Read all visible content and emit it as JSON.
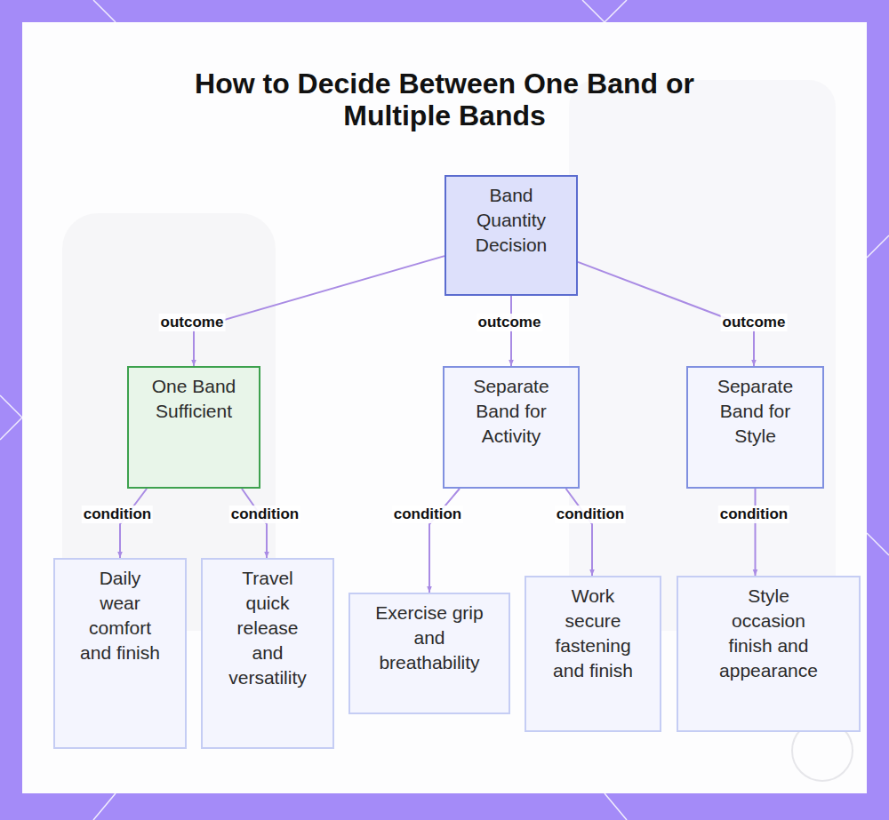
{
  "diagram": {
    "title": "How to Decide Between One Band or Multiple Bands",
    "nodes": [
      {
        "text": [
          "Band Quantity Decision"
        ]
      },
      {
        "text": [
          "One Band Sufficient"
        ]
      },
      {
        "text": [
          "Separate Band for Activity"
        ]
      },
      {
        "text": [
          "Separate Band for Style"
        ]
      },
      {
        "text": [
          "Daily wear comfort and finish"
        ]
      },
      {
        "text": [
          "Travel quick release and versatility"
        ]
      },
      {
        "text": [
          "Exercise grip and breathability"
        ]
      },
      {
        "text": [
          "Work secure fastening and finish"
        ]
      },
      {
        "text": [
          "Style occasion finish and appearance"
        ]
      }
    ],
    "edges": [
      {
        "from": 0,
        "to": 1,
        "arrow": "to",
        "label": "outcome"
      },
      {
        "from": 0,
        "to": 2,
        "arrow": "to",
        "label": "outcome"
      },
      {
        "from": 0,
        "to": 3,
        "arrow": "to",
        "label": "outcome"
      },
      {
        "from": 1,
        "to": 4,
        "arrow": "to",
        "label": "condition"
      },
      {
        "from": 1,
        "to": 5,
        "arrow": "to",
        "label": "condition"
      },
      {
        "from": 2,
        "to": 6,
        "arrow": "to",
        "label": "condition"
      },
      {
        "from": 2,
        "to": 7,
        "arrow": "to",
        "label": "condition"
      },
      {
        "from": 3,
        "to": 8,
        "arrow": "to",
        "label": "condition"
      }
    ]
  }
}
